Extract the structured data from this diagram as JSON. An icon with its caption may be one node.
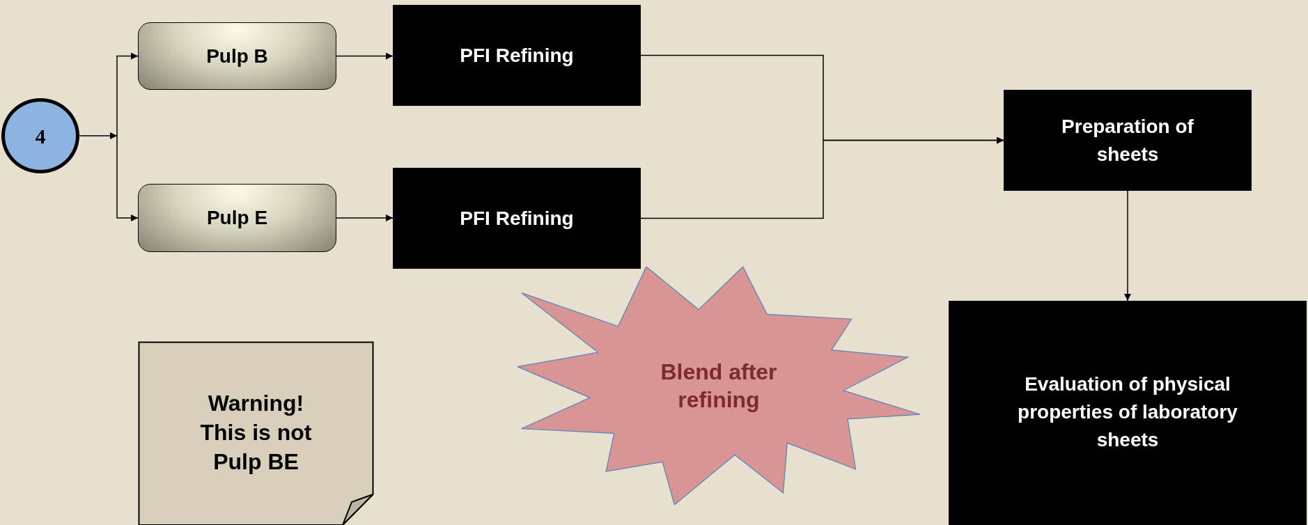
{
  "diagram": {
    "nodes": [
      {
        "text": [
          "4"
        ]
      },
      {
        "text": [
          "Pulp B"
        ]
      },
      {
        "text": [
          "PFI Refining"
        ]
      },
      {
        "text": [
          "Pulp E"
        ]
      },
      {
        "text": [
          "PFI Refining"
        ]
      },
      {
        "text": [
          "Preparation of sheets"
        ]
      },
      {
        "text": [
          "Warning! This is not Pulp BE"
        ]
      },
      {
        "text": [
          "Blend after refining"
        ]
      },
      {
        "text": [
          "Evaluation of physical properties of laboratory sheets"
        ]
      }
    ],
    "edges": [
      {
        "from": 0,
        "to": 1,
        "arrow": "to"
      },
      {
        "from": 0,
        "to": 3,
        "arrow": "to"
      },
      {
        "from": 1,
        "to": 2,
        "arrow": "to"
      },
      {
        "from": 3,
        "to": 4,
        "arrow": "to"
      },
      {
        "from": 2,
        "to": 5,
        "arrow": "to"
      },
      {
        "from": 4,
        "to": 5,
        "arrow": "to"
      },
      {
        "from": 5,
        "to": 8,
        "arrow": "to"
      }
    ]
  }
}
